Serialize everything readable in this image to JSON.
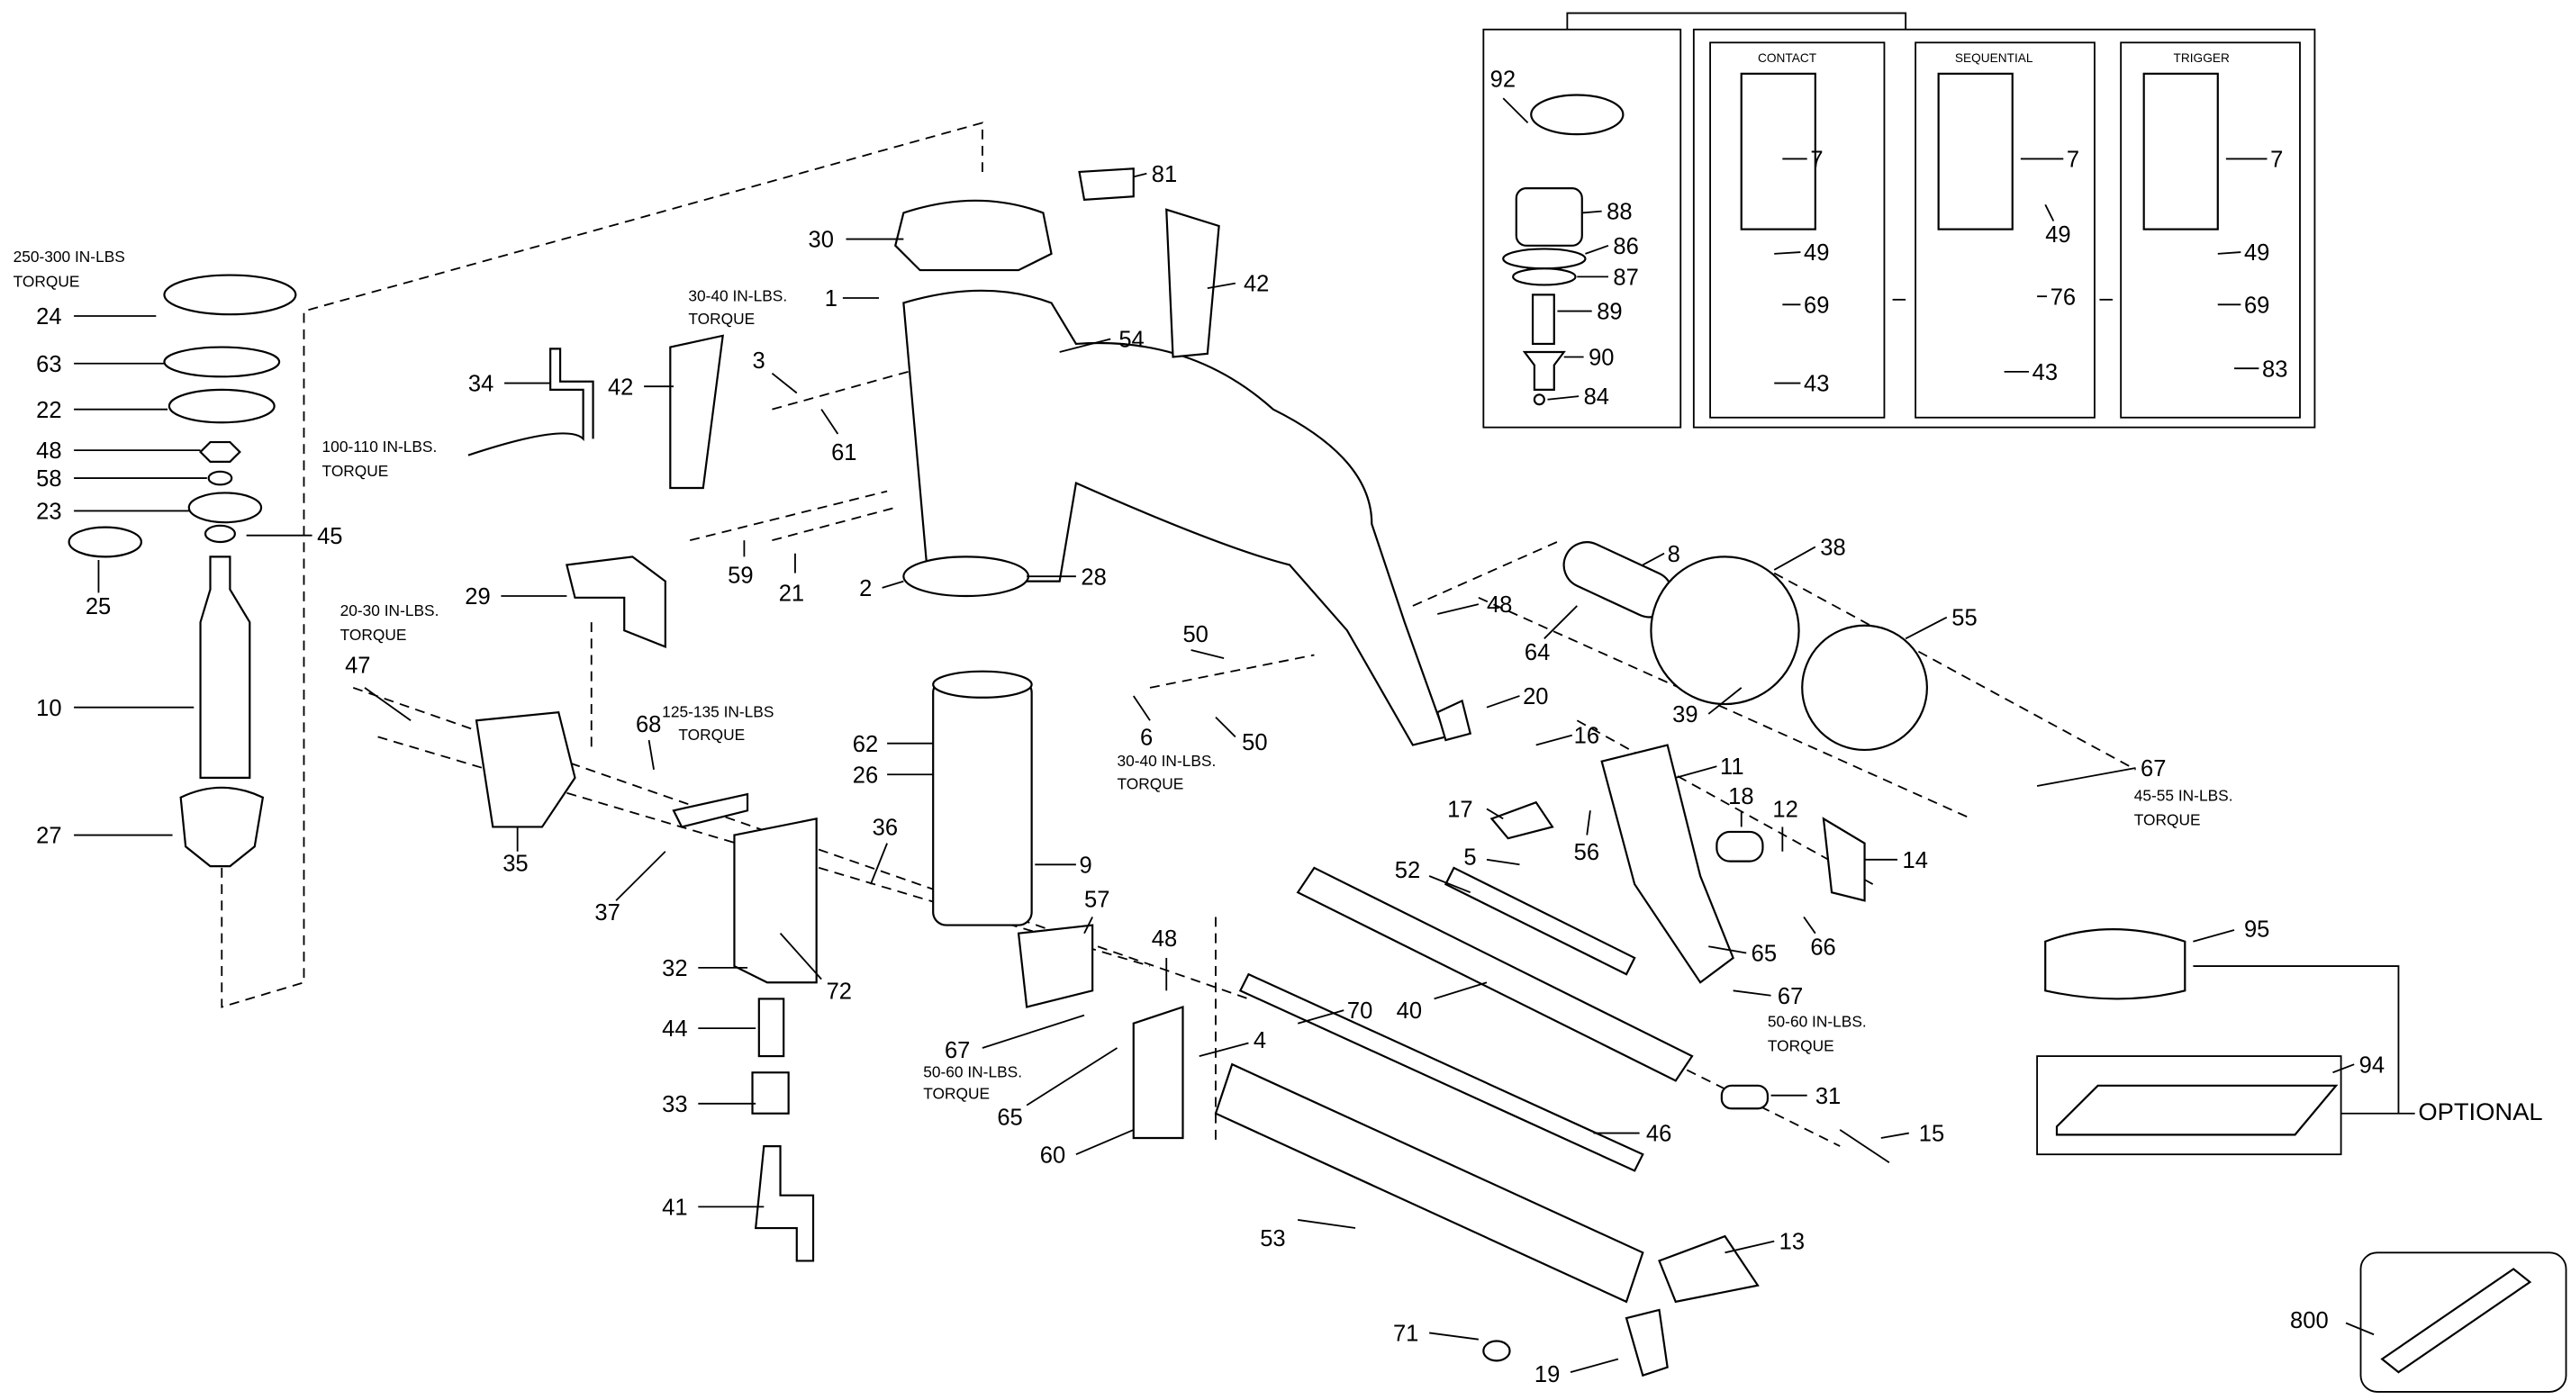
{
  "callouts": [
    "24",
    "63",
    "22",
    "48",
    "58",
    "23",
    "45",
    "25",
    "10",
    "27",
    "34",
    "42",
    "59",
    "21",
    "1",
    "30",
    "3",
    "61",
    "54",
    "81",
    "42",
    "2",
    "28",
    "29",
    "47",
    "68",
    "62",
    "26",
    "50",
    "6",
    "50",
    "48",
    "8",
    "38",
    "64",
    "55",
    "39",
    "20",
    "16",
    "11",
    "67",
    "17",
    "18",
    "12",
    "56",
    "5",
    "52",
    "14",
    "9",
    "36",
    "35",
    "37",
    "57",
    "48",
    "32",
    "72",
    "44",
    "67",
    "65",
    "33",
    "41",
    "60",
    "4",
    "70",
    "40",
    "65",
    "66",
    "67",
    "46",
    "31",
    "15",
    "53",
    "13",
    "71",
    "19",
    "95",
    "94",
    "800",
    "92",
    "88",
    "86",
    "87",
    "89",
    "90",
    "84",
    "7",
    "7",
    "7",
    "49",
    "49",
    "49",
    "69",
    "76",
    "69",
    "43",
    "43",
    "83"
  ],
  "torque_notes": [
    {
      "line1": "250-300 IN-LBS",
      "line2": "TORQUE"
    },
    {
      "line1": "100-110 IN-LBS.",
      "line2": "TORQUE"
    },
    {
      "line1": "30-40 IN-LBS.",
      "line2": "TORQUE"
    },
    {
      "line1": "20-30 IN-LBS.",
      "line2": "TORQUE"
    },
    {
      "line1": "125-135 IN-LBS",
      "line2": "TORQUE"
    },
    {
      "line1": "30-40 IN-LBS.",
      "line2": "TORQUE"
    },
    {
      "line1": "45-55 IN-LBS.",
      "line2": "TORQUE"
    },
    {
      "line1": "50-60 IN-LBS.",
      "line2": "TORQUE"
    },
    {
      "line1": "50-60 IN-LBS.",
      "line2": "TORQUE"
    }
  ],
  "trigger_kits": {
    "contact": "CONTACT",
    "sequential": "SEQUENTIAL",
    "trigger": "TRIGGER"
  },
  "optional_label": "OPTIONAL"
}
